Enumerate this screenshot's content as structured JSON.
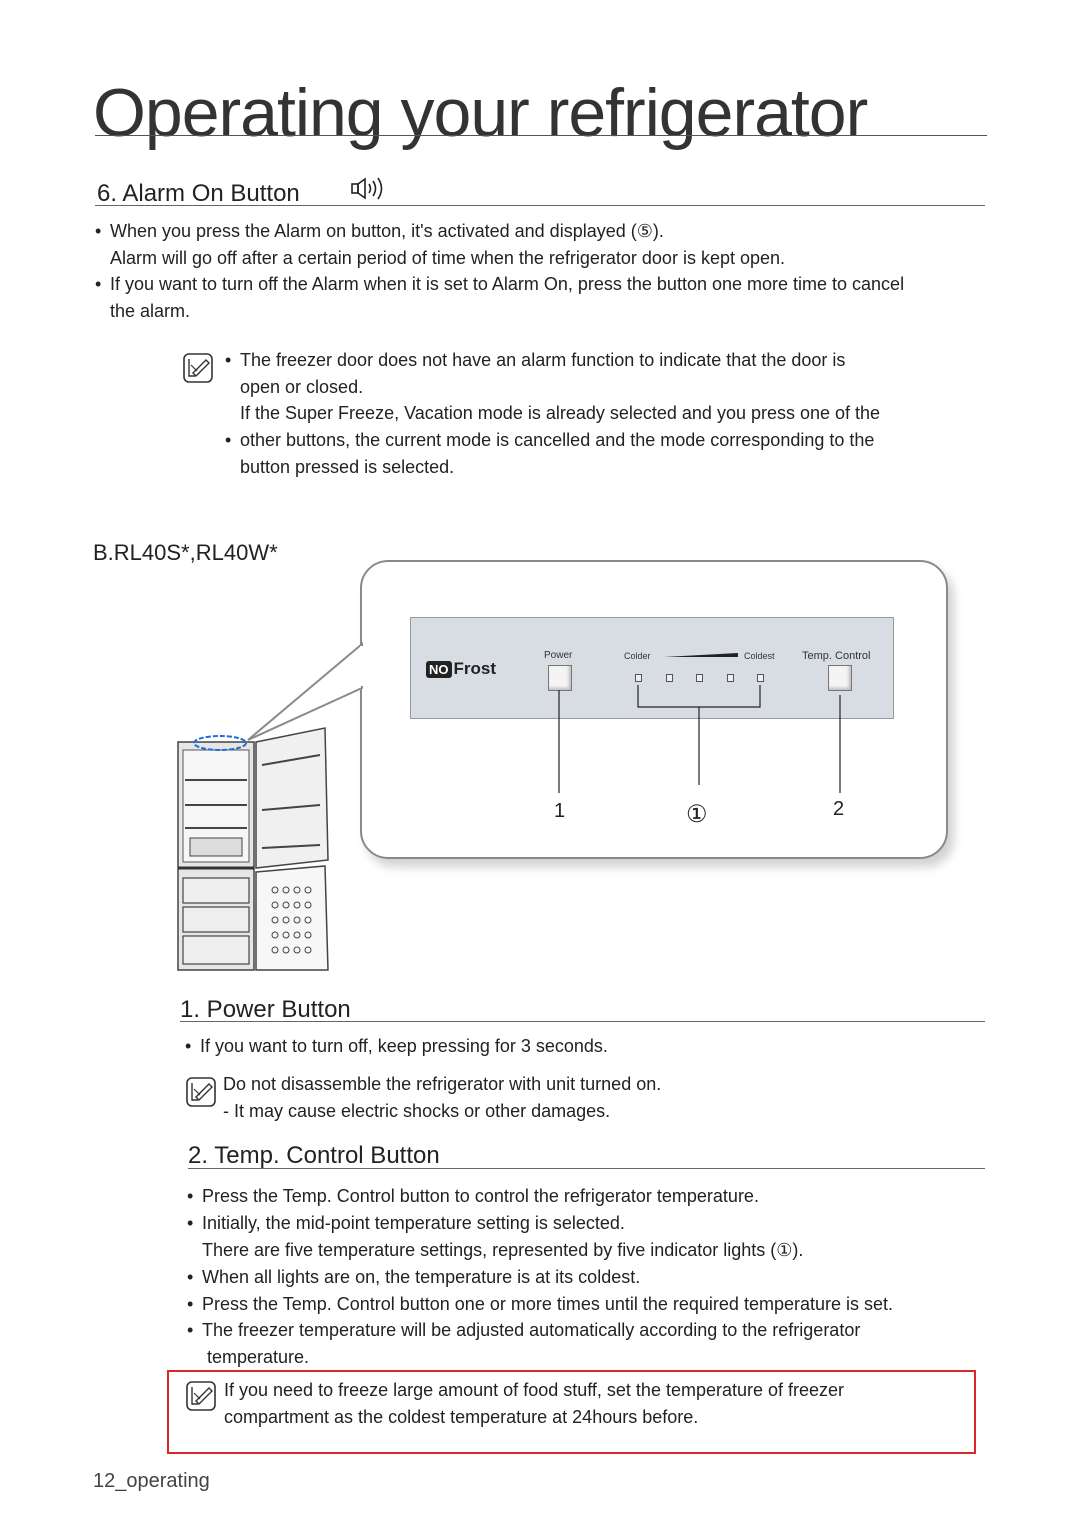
{
  "page": {
    "title": "Operating your refrigerator",
    "footer": "12_operating"
  },
  "alarm": {
    "heading": "6. Alarm On Button",
    "icon": "speaker-icon",
    "bullet1_line1": "When you press the Alarm on button, it's activated and displayed (⑤).",
    "bullet1_line2": "Alarm will go off after a certain period of time when the refrigerator door is kept open.",
    "bullet2_line1": "If you want to turn off the Alarm when it is set to Alarm On, press the button one more time to cancel",
    "bullet2_line2": "the alarm.",
    "note_line1": "The freezer door does not have an alarm function to indicate that the door is",
    "note_line2": "open or closed.",
    "note_line3": "If the Super Freeze, Vacation mode is already selected and you press one of the",
    "note_line4": "other buttons, the current mode is cancelled and the mode corresponding to the",
    "note_line5": "button pressed is selected."
  },
  "model": {
    "heading": "B.RL40S*,RL40W*",
    "panel": {
      "brand_no": "NO",
      "brand_frost": "Frost",
      "power": "Power",
      "colder": "Colder",
      "coldest": "Coldest",
      "temp_control": "Temp. Control",
      "callout_1": "1",
      "callout_circled": "①",
      "callout_2": "2"
    }
  },
  "power": {
    "heading": "1. Power Button",
    "bullet1": "If you want to turn off, keep pressing for 3 seconds.",
    "note_line1": "Do not disassemble the refrigerator with unit turned on.",
    "note_line2": "- It may cause electric shocks or other damages."
  },
  "temp": {
    "heading": "2. Temp. Control Button",
    "bullet1": "Press the Temp. Control button to control the refrigerator temperature.",
    "bullet2": "Initially, the mid-point temperature setting is selected.",
    "line3": "There are five temperature settings, represented by five indicator lights (①).",
    "bullet4": "When all lights are on, the temperature is at its coldest.",
    "bullet5": "Press the Temp. Control button one or more times until the required temperature  is set.",
    "bullet6_line1": "The freezer temperature will be adjusted automatically according to the refrigerator",
    "bullet6_line2": "temperature.",
    "note_line1": "If you need to freeze large amount of food stuff, set the temperature of freezer",
    "note_line2": "compartment as the coldest temperature at 24hours before."
  }
}
